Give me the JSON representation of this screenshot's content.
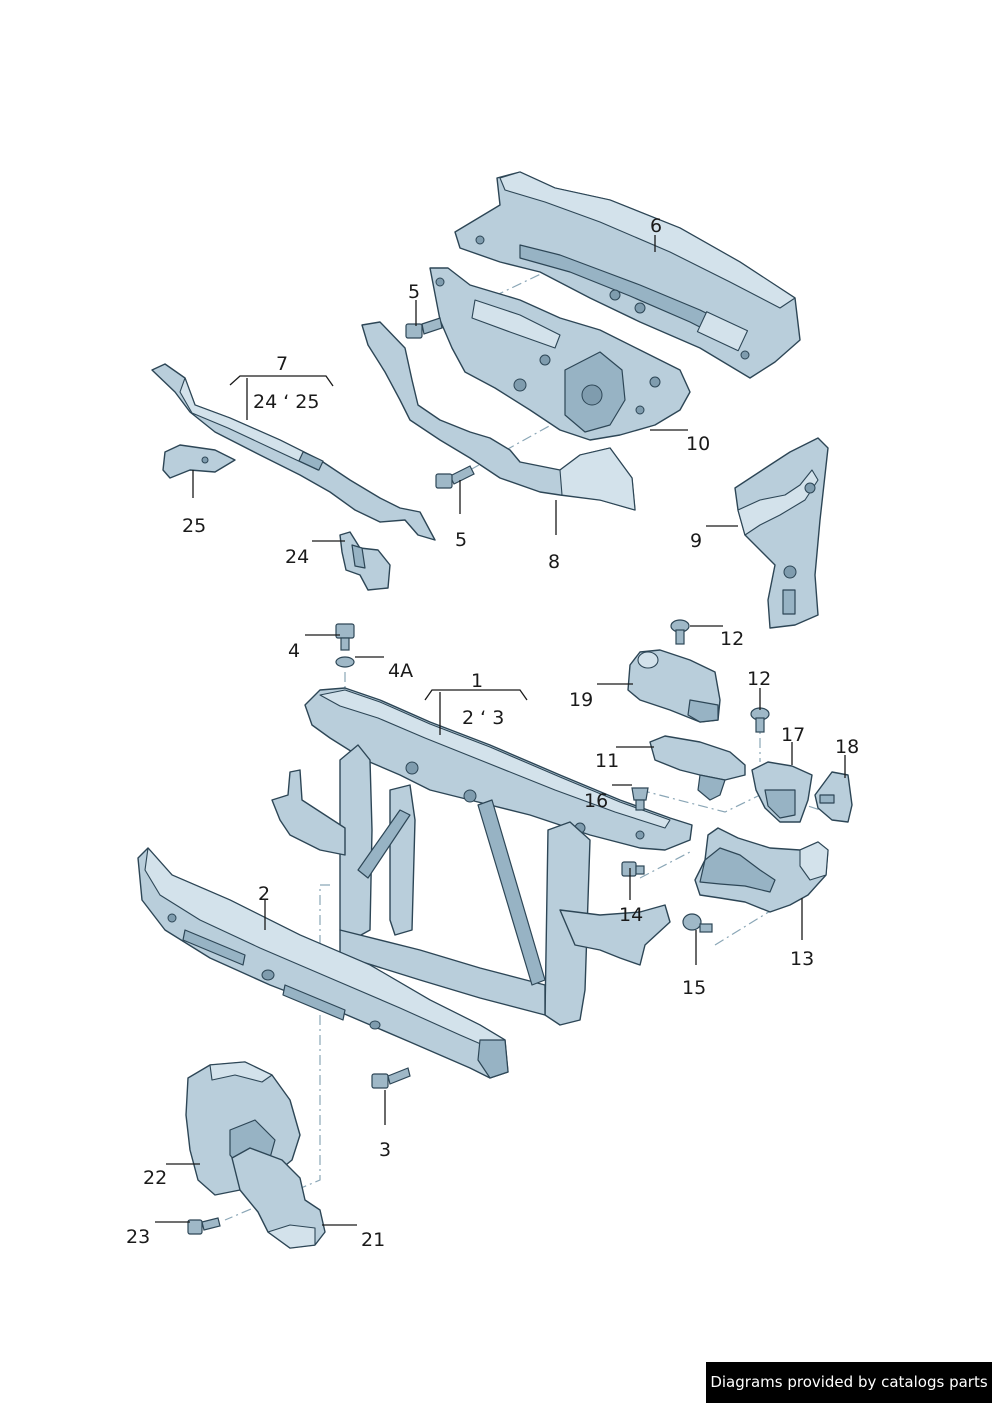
{
  "callouts": {
    "c1": "1",
    "c1_sub": "2 ‘ 3",
    "c2": "2",
    "c3": "3",
    "c4": "4",
    "c4a": "4A",
    "c5a": "5",
    "c5b": "5",
    "c6": "6",
    "c7": "7",
    "c7_sub": "24 ‘ 25",
    "c8": "8",
    "c9": "9",
    "c10": "10",
    "c11": "11",
    "c12a": "12",
    "c12b": "12",
    "c13": "13",
    "c14": "14",
    "c15": "15",
    "c16": "16",
    "c17": "17",
    "c18": "18",
    "c19": "19",
    "c21": "21",
    "c22": "22",
    "c23": "23",
    "c24": "24",
    "c25": "25"
  },
  "footer": {
    "text": "Diagrams provided by catalogs parts"
  },
  "colors": {
    "part_fill": "#b9cedb",
    "outline": "#2d4656",
    "footer_bg": "#000000"
  }
}
